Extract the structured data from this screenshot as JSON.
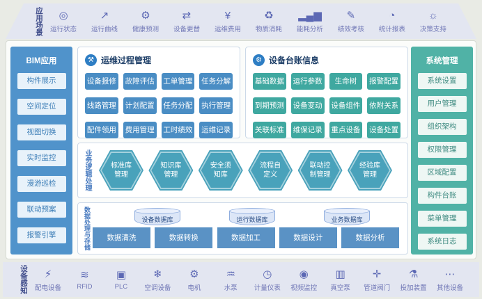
{
  "palette": {
    "bar_background": "#e3e6f1",
    "bar_icon_indigo": "#5c68b4",
    "panel_background": "#fbfcfa",
    "bim_column_blue": "#5093cb",
    "system_column_teal": "#50b2a6",
    "function_button_blue": "#4a8dc4",
    "function_button_teal": "#3fa8a0",
    "hexagon_teal_blue": "#49a2bb",
    "step_button_blue": "#5a92c5",
    "section_title_navy": "#1e3f68"
  },
  "top_bar": {
    "title": "应用场景",
    "items": [
      {
        "icon": "◎",
        "icon_name": "run-status-icon",
        "label": "运行状态"
      },
      {
        "icon": "↗",
        "icon_name": "run-curve-icon",
        "label": "运行曲线"
      },
      {
        "icon": "⚙",
        "icon_name": "health-predict-icon",
        "label": "健康预测"
      },
      {
        "icon": "⇄",
        "icon_name": "equipment-replace-icon",
        "label": "设备更替"
      },
      {
        "icon": "¥",
        "icon_name": "om-cost-moneybag-icon",
        "label": "运维费用"
      },
      {
        "icon": "♻",
        "icon_name": "material-consumption-icon",
        "label": "物质消耗"
      },
      {
        "icon": "▂▄▆",
        "icon_name": "energy-analysis-icon",
        "label": "能耗分析"
      },
      {
        "icon": "✎",
        "icon_name": "performance-assess-icon",
        "label": "绩效考核"
      },
      {
        "icon": "◔",
        "icon_name": "statistics-report-icon",
        "label": "统计报表"
      },
      {
        "icon": "☼",
        "icon_name": "decision-support-icon",
        "label": "决策支持"
      }
    ]
  },
  "bim": {
    "title": "BIM应用",
    "items": [
      "构件展示",
      "空间定位",
      "视图切换",
      "实时监控",
      "漫游巡检",
      "联动预案",
      "报警引擎"
    ]
  },
  "ops": {
    "title": "运维过程管理",
    "icon": "⚒",
    "items": [
      "设备报修",
      "故障评估",
      "工单管理",
      "任务分解",
      "线路管理",
      "计划配置",
      "任务分配",
      "执行管理",
      "配件领用",
      "费用管理",
      "工时绩效",
      "运维记录"
    ]
  },
  "ledger": {
    "title": "设备台账信息",
    "icon": "⚙",
    "items": [
      "基础数据",
      "运行参数",
      "生命树",
      "报警配置",
      "到期预测",
      "设备变动",
      "设备组件",
      "依附关系",
      "关联标准",
      "维保记录",
      "重点设备",
      "设备处置"
    ]
  },
  "logic": {
    "title": "业务逻辑处理",
    "hexagons": [
      {
        "line1": "标准库",
        "line2": "管理"
      },
      {
        "line1": "知识库",
        "line2": "管理"
      },
      {
        "line1": "安全须",
        "line2": "知库"
      },
      {
        "line1": "流程自",
        "line2": "定义"
      },
      {
        "line1": "联动控",
        "line2": "制管理"
      },
      {
        "line1": "经验库",
        "line2": "管理"
      }
    ]
  },
  "dataproc": {
    "title": "数据处理与存储",
    "databases": [
      "设备数据库",
      "运行数据库",
      "业务数据库"
    ],
    "steps": [
      "数据清洗",
      "数据转换",
      "数据加工",
      "数据设计",
      "数据分析"
    ]
  },
  "system": {
    "title": "系统管理",
    "items": [
      "系统设置",
      "用户管理",
      "组织架构",
      "权限管理",
      "区域配置",
      "构件台账",
      "菜单管理",
      "系统日志"
    ]
  },
  "bottom_bar": {
    "title": "设备感知",
    "items": [
      {
        "icon": "⚡",
        "icon_name": "power-distribution-icon",
        "label": "配电设备"
      },
      {
        "icon": "≋",
        "icon_name": "rfid-icon",
        "label": "RFID"
      },
      {
        "icon": "▣",
        "icon_name": "plc-icon",
        "label": "PLC"
      },
      {
        "icon": "❄",
        "icon_name": "hvac-icon",
        "label": "空调设备"
      },
      {
        "icon": "⚙",
        "icon_name": "motor-icon",
        "label": "电机"
      },
      {
        "icon": "♒",
        "icon_name": "water-pump-icon",
        "label": "水泵"
      },
      {
        "icon": "◷",
        "icon_name": "meter-gauge-icon",
        "label": "计量仪表"
      },
      {
        "icon": "◉",
        "icon_name": "video-surveillance-icon",
        "label": "视频监控"
      },
      {
        "icon": "▥",
        "icon_name": "vacuum-pump-icon",
        "label": "真空泵"
      },
      {
        "icon": "✛",
        "icon_name": "pipe-valve-icon",
        "label": "管道阀门"
      },
      {
        "icon": "⚗",
        "icon_name": "dosing-device-icon",
        "label": "投加装置"
      },
      {
        "icon": "⋯",
        "icon_name": "other-device-icon",
        "label": "其他设备"
      }
    ]
  }
}
